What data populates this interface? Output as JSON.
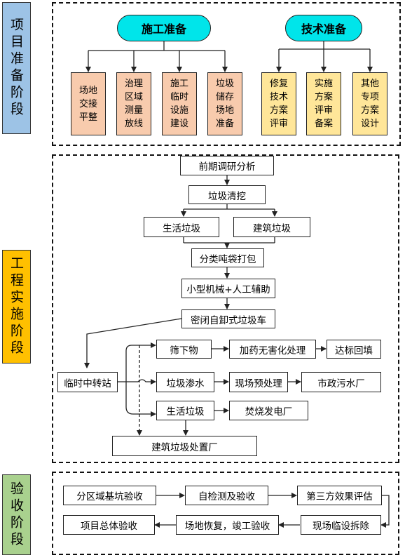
{
  "stages": {
    "prep": "项目准备阶段",
    "impl": "工程实施阶段",
    "accept": "验收阶段"
  },
  "prep": {
    "construction_title": "施工准备",
    "technical_title": "技术准备",
    "construction_items": [
      "场地交接平整",
      "治理区域测量放线",
      "施工临时设施建设",
      "垃圾储存场地准备"
    ],
    "technical_items": [
      "修复技术方案评审",
      "实施方案评审备案",
      "其他专项方案设计"
    ]
  },
  "impl": {
    "survey": "前期调研分析",
    "excavation": "垃圾清挖",
    "domestic_waste": "生活垃圾",
    "construction_waste": "建筑垃圾",
    "bagging": "分类吨袋打包",
    "machinery": "小型机械+人工辅助",
    "truck": "密闭自卸式垃圾车",
    "transfer": "临时中转站",
    "undersize": "筛下物",
    "chemical": "加药无害化处理",
    "backfill": "达标回填",
    "leachate": "垃圾渗水",
    "pretreat": "现场预处理",
    "sewage": "市政污水厂",
    "domestic2": "生活垃圾",
    "incineration": "焚烧发电厂",
    "disposal": "建筑垃圾处置厂"
  },
  "accept": {
    "pit": "分区域基坑验收",
    "selfcheck": "自检测及验收",
    "thirdparty": "第三方效果评估",
    "dismantle": "现场临设拆除",
    "restore": "场地恢复，竣工验收",
    "overall": "项目总体验收"
  },
  "colors": {
    "stage_prep": "#9dc3e6",
    "stage_impl": "#ffc000",
    "stage_accept": "#a9d18e",
    "pill": "#00e5ea",
    "construction_box": "#f8cbad",
    "technical_box": "#ffe699"
  }
}
